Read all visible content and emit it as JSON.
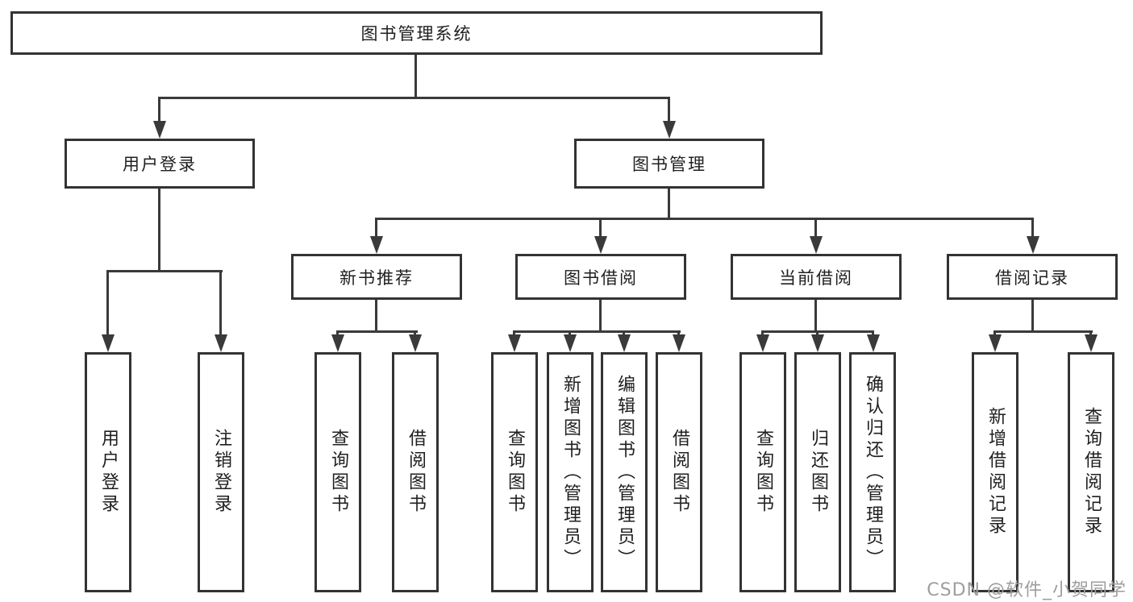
{
  "tree": {
    "label": "图书管理系统",
    "children": [
      {
        "label": "用户登录",
        "children": [
          {
            "label": "用户登录"
          },
          {
            "label": "注销登录"
          }
        ]
      },
      {
        "label": "图书管理",
        "children": [
          {
            "label": "新书推荐",
            "children": [
              {
                "label": "查询图书"
              },
              {
                "label": "借阅图书"
              }
            ]
          },
          {
            "label": "图书借阅",
            "children": [
              {
                "label": "查询图书"
              },
              {
                "label": "新增图书（管理员）"
              },
              {
                "label": "编辑图书（管理员）"
              },
              {
                "label": "借阅图书"
              }
            ]
          },
          {
            "label": "当前借阅",
            "children": [
              {
                "label": "查询图书"
              },
              {
                "label": "归还图书"
              },
              {
                "label": "确认归还（管理员）"
              }
            ]
          },
          {
            "label": "借阅记录",
            "children": [
              {
                "label": "新增借阅记录"
              },
              {
                "label": "查询借阅记录"
              }
            ]
          }
        ]
      }
    ]
  },
  "watermark": {
    "text": "CSDN @软件_小贺同学"
  },
  "colors": {
    "line": "#3a3a3a",
    "border": "#333333",
    "text": "#1f1f1f",
    "background": "#ffffff",
    "watermark": "#9e9e9e"
  }
}
